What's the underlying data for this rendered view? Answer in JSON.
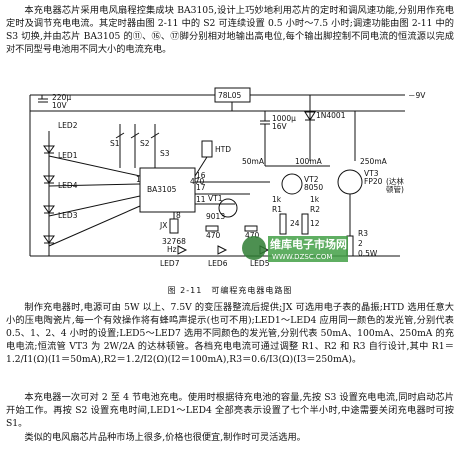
{
  "paragraphs": {
    "p1": "本充电器芯片采用电风扇程控集成块 BA3105,设计上巧妙地利用芯片的定时和调风速功能,分别用作充电定时及调节充电电流。其定时器由图 2-11 中的 S2 可连续设置 0.5 小时～7.5 小时;调速功能由图 2-11 中的 S3 切换,并由芯片 BA3105 的⑪、⑯、⑰脚分别相对地输出高电位,每个输出脚控制不同电流的恒流源以完成对不同型号电池用不同大小的电流充电。",
    "p2": "制作充电器时,电源可由 5W 以上、7.5V 的变压器整流后提供;JX 可选用电子表的晶振;HTD 选用任意大小的压电陶瓷片,每一个有效操作将有蜂鸣声提示(也可不用);LED1～LED4 应用同一颜色的发光管,分别代表 0.5、1、2、4 小时的设置;LED5～LED7 选用不同颜色的发光管,分别代表 50mA、100mA、250mA 的充电电流;恒流管 VT3 为 2W/2A 的达林顿管。各档充电电流可通过调整 R1、R2 和 R3 自行设计,其中 R1＝1.2/I1(Ω)(I1＝50mA),R2＝1.2/I2(Ω)(I2＝100mA),R3＝0.6/I3(Ω)(I3＝250mA)。",
    "p3": "本充电器一次可对 2 至 4 节电池充电。使用时根据待充电池的容量,先按 S3 设置充电电流,同时启动芯片开始工作。再按 S2 设置充电时间,LED1～LED4 全部亮表示设置了七个半小时,中途需要关闭充电器时可按 S1。",
    "p4": "类似的电风扇芯片品种市场上很多,价格也很便宜,制作时可灵活选用。"
  },
  "figure": {
    "caption": "图 2-11　可编程充电器电路图",
    "labels": {
      "regulator": "78L05",
      "cap1": "220μ",
      "cap1b": "10V",
      "cap2": "1000μ",
      "cap2b": "16V",
      "diode": "1N4001",
      "supply": "－9V",
      "ic": "BA3105",
      "htd": "HTD",
      "crystal": "JX",
      "crystal_f": "32768",
      "crystal_u": "Hz",
      "i1": "50mA",
      "i2": "100mA",
      "i3": "250mA",
      "vt1": "VT1",
      "vt1_t": "9013",
      "vt2": "VT2",
      "vt2_t": "8050",
      "vt3": "VT3",
      "vt3_t": "FP20",
      "darlington": "(达林",
      "darlington2": "顿管)",
      "led1": "LED1",
      "led2": "LED2",
      "led3": "LED3",
      "led4": "LED4",
      "led5": "LED5",
      "led6": "LED6",
      "led7": "LED7",
      "s1": "S1",
      "s2": "S2",
      "s3": "S3",
      "r1": "R1",
      "r1v": "24",
      "r2": "R2",
      "r2v": "12",
      "r3": "R3",
      "r3v": "2",
      "r3w": "0.5W",
      "r470a": "470",
      "r470b": "470",
      "r470c": "470",
      "r1k": "1k",
      "r1k2": "1k",
      "pin1": "1",
      "pin16": "16",
      "pin17": "17",
      "pin11": "11",
      "pin8": "8"
    }
  },
  "watermark": {
    "line1": "维库",
    "line2": "电子市场网",
    "line3": "WWW.DZSC.COM"
  }
}
